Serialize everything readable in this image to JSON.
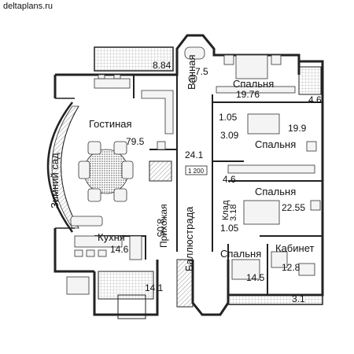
{
  "watermark": "deltaplans.ru",
  "scale_label": "1 200",
  "rooms": {
    "zimniy_sad": "Зимний сад",
    "gostinaya": "Гостиная",
    "gostinaya_area": "79.5",
    "area_884": "8.84",
    "vannaya": "Ванная",
    "vannaya_area": "7.5",
    "spalnya1": "Спальня",
    "spalnya1_area": "19.76",
    "area_46_top": "4.6",
    "area_105_top": "1.05",
    "area_309": "3.09",
    "spalnya2_area": "19.9",
    "spalnya2": "Спальня",
    "area_241": "24.1",
    "area_46_mid": "4.6",
    "spalnya3": "Спальня",
    "spalnya3_area": "22.55",
    "prihozhaya": "Прихожая",
    "prihozhaya_area": "8.05",
    "ballyustrada": "Баллюстрада",
    "klad": "Клад",
    "klad_area": "3.18",
    "area_105_bot": "1.05",
    "kuhnya": "Кухня",
    "kuhnya_area": "14.6",
    "kabinet": "Кабинет",
    "kabinet_area": "12.8",
    "spalnya4": "Спальня",
    "spalnya4_area": "14.5",
    "area_141": "14.1",
    "area_31": "3.1"
  }
}
